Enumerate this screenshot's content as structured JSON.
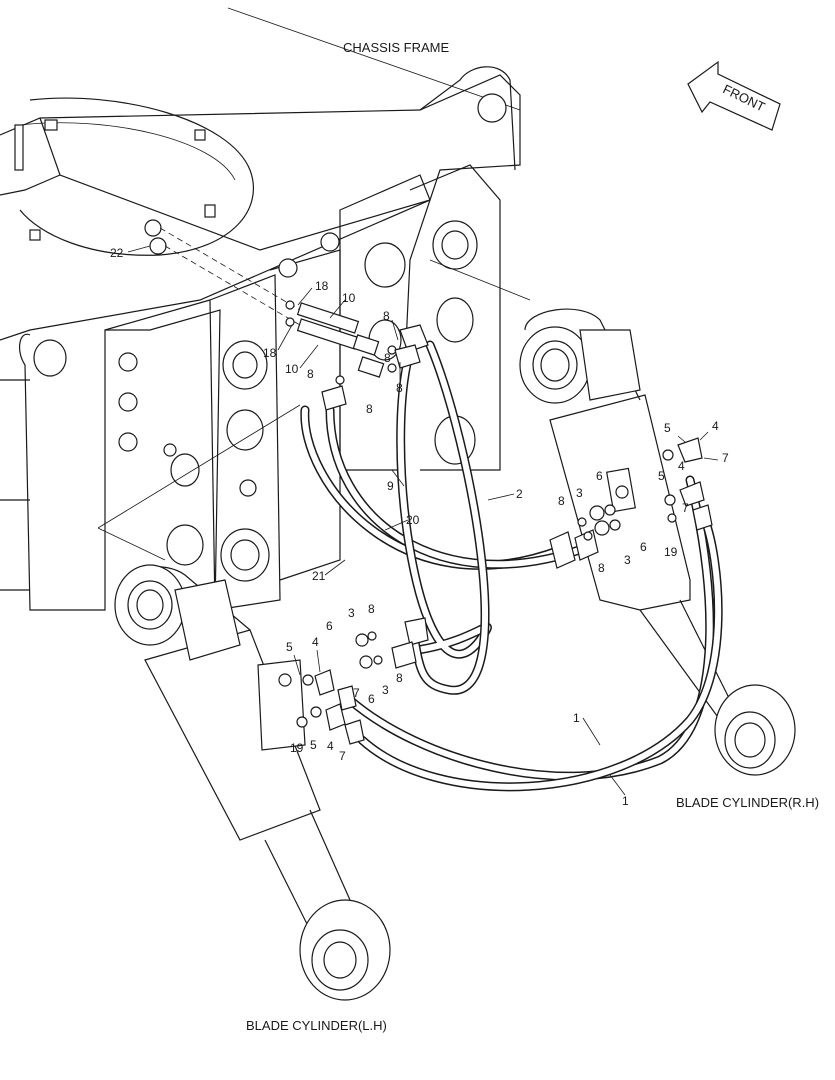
{
  "labels": {
    "chassis_frame": "CHASSIS FRAME",
    "front": "FRONT",
    "blade_cylinder_rh": "BLADE CYLINDER(R.H)",
    "blade_cylinder_lh": "BLADE CYLINDER(L.H)"
  },
  "callouts": [
    {
      "id": "c22",
      "text": "22"
    },
    {
      "id": "c18a",
      "text": "18"
    },
    {
      "id": "c10a",
      "text": "10"
    },
    {
      "id": "c18b",
      "text": "18"
    },
    {
      "id": "c10b",
      "text": "10"
    },
    {
      "id": "c8a",
      "text": "8"
    },
    {
      "id": "c8b",
      "text": "8"
    },
    {
      "id": "c8c",
      "text": "8"
    },
    {
      "id": "c8d",
      "text": "8"
    },
    {
      "id": "c8e",
      "text": "8"
    },
    {
      "id": "c9",
      "text": "9"
    },
    {
      "id": "c2",
      "text": "2"
    },
    {
      "id": "c20",
      "text": "20"
    },
    {
      "id": "c21",
      "text": "21"
    },
    {
      "id": "c5a",
      "text": "5"
    },
    {
      "id": "c4a",
      "text": "4"
    },
    {
      "id": "c7a",
      "text": "7"
    },
    {
      "id": "c6a",
      "text": "6"
    },
    {
      "id": "c4b",
      "text": "4"
    },
    {
      "id": "c5b",
      "text": "5"
    },
    {
      "id": "c3a",
      "text": "3"
    },
    {
      "id": "c8f",
      "text": "8"
    },
    {
      "id": "c7b",
      "text": "7"
    },
    {
      "id": "c3b",
      "text": "3"
    },
    {
      "id": "c6b",
      "text": "6"
    },
    {
      "id": "c19a",
      "text": "19"
    },
    {
      "id": "c8g",
      "text": "8"
    },
    {
      "id": "c3c",
      "text": "3"
    },
    {
      "id": "c8h",
      "text": "8"
    },
    {
      "id": "c6c",
      "text": "6"
    },
    {
      "id": "c5c",
      "text": "5"
    },
    {
      "id": "c4c",
      "text": "4"
    },
    {
      "id": "c7c",
      "text": "7"
    },
    {
      "id": "c3d",
      "text": "3"
    },
    {
      "id": "c8i",
      "text": "8"
    },
    {
      "id": "c6d",
      "text": "6"
    },
    {
      "id": "c19b",
      "text": "19"
    },
    {
      "id": "c5d",
      "text": "5"
    },
    {
      "id": "c4d",
      "text": "4"
    },
    {
      "id": "c7d",
      "text": "7"
    },
    {
      "id": "c1a",
      "text": "1"
    },
    {
      "id": "c1b",
      "text": "1"
    }
  ]
}
